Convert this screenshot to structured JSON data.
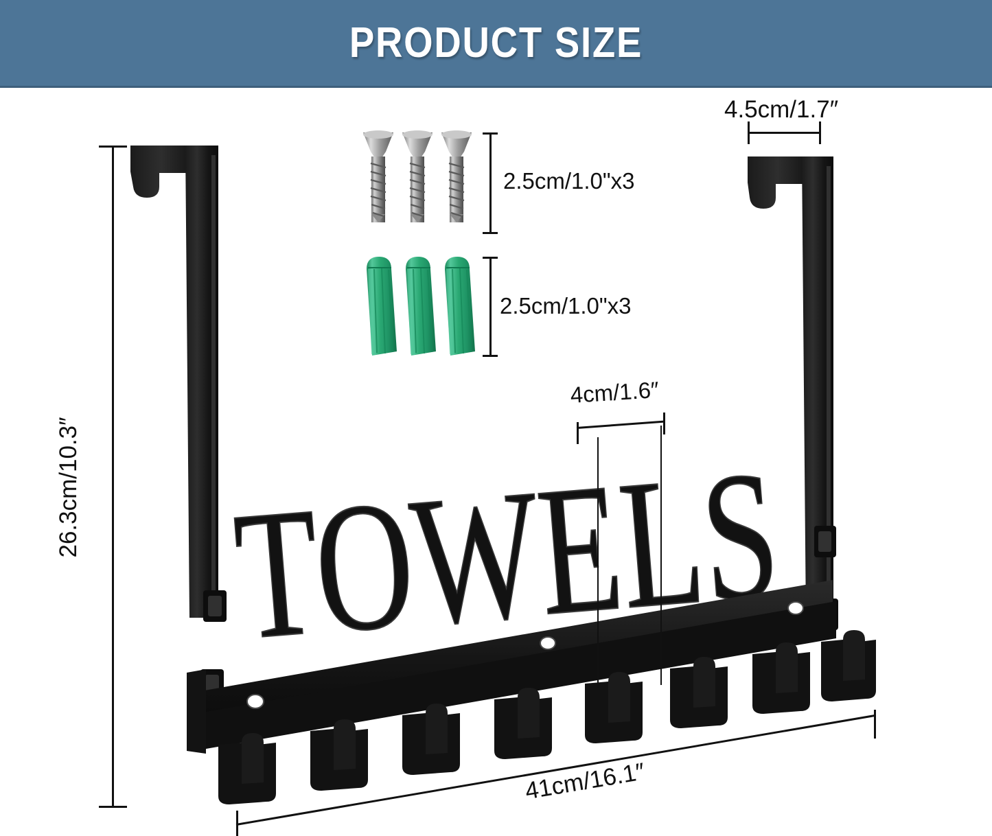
{
  "header": {
    "title": "PRODUCT SIZE",
    "background_color": "#4d7597",
    "text_color": "#ffffff"
  },
  "product": {
    "name": "TOWELS",
    "word_on_rack": "TOWELS",
    "body_color": "#111111",
    "hook_count": 8,
    "over_door_hook_count": 2,
    "screw_hole_count": 3
  },
  "dimensions": {
    "height": "26.3cm/10.3″",
    "width": "41cm/16.1″",
    "door_hook_depth": "4.5cm/1.7″",
    "hook_spacing": "4cm/1.6″"
  },
  "hardware": {
    "screws": {
      "label": "2.5cm/1.0\"x3",
      "quantity": 3,
      "color": "#8a8a8a"
    },
    "anchors": {
      "label": "2.5cm/1.0\"x3",
      "quantity": 3,
      "color": "#28a06e"
    }
  }
}
